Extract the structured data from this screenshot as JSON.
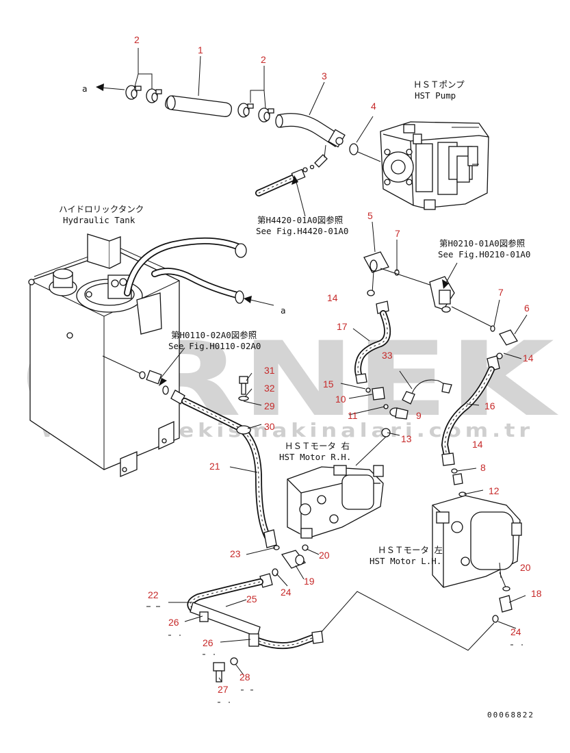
{
  "callouts": [
    {
      "id": "c1",
      "text": "1"
    },
    {
      "id": "c2a",
      "text": "2"
    },
    {
      "id": "c2b",
      "text": "2"
    },
    {
      "id": "c3",
      "text": "3"
    },
    {
      "id": "c4",
      "text": "4"
    },
    {
      "id": "c5",
      "text": "5"
    },
    {
      "id": "c7a",
      "text": "7"
    },
    {
      "id": "c7b",
      "text": "7"
    },
    {
      "id": "c6",
      "text": "6"
    },
    {
      "id": "c14a",
      "text": "14"
    },
    {
      "id": "c14b",
      "text": "14"
    },
    {
      "id": "c14c",
      "text": "14"
    },
    {
      "id": "c17",
      "text": "17"
    },
    {
      "id": "c33",
      "text": "33"
    },
    {
      "id": "c15",
      "text": "15"
    },
    {
      "id": "c10",
      "text": "10"
    },
    {
      "id": "c11",
      "text": "11"
    },
    {
      "id": "c9",
      "text": "9"
    },
    {
      "id": "c13",
      "text": "13"
    },
    {
      "id": "c16",
      "text": "16"
    },
    {
      "id": "c8",
      "text": "8"
    },
    {
      "id": "c12",
      "text": "12"
    },
    {
      "id": "c31",
      "text": "31"
    },
    {
      "id": "c32",
      "text": "32"
    },
    {
      "id": "c29",
      "text": "29"
    },
    {
      "id": "c30",
      "text": "30"
    },
    {
      "id": "c21",
      "text": "21"
    },
    {
      "id": "c23",
      "text": "23"
    },
    {
      "id": "c20a",
      "text": "20"
    },
    {
      "id": "c20b",
      "text": "20"
    },
    {
      "id": "c19",
      "text": "19"
    },
    {
      "id": "c24a",
      "text": "24"
    },
    {
      "id": "c24b",
      "text": "24"
    },
    {
      "id": "c18",
      "text": "18"
    },
    {
      "id": "c22",
      "text": "22"
    },
    {
      "id": "c25",
      "text": "25"
    },
    {
      "id": "c26a",
      "text": "26"
    },
    {
      "id": "c26b",
      "text": "26"
    },
    {
      "id": "c27",
      "text": "27"
    },
    {
      "id": "c28",
      "text": "28"
    }
  ],
  "labels": {
    "arrow_a_top": "a",
    "arrow_a_mid": "a",
    "hst_pump_jp": "ＨＳＴポンプ",
    "hst_pump_en": "HST Pump",
    "hydraulic_tank_jp": "ハイドロリックタンク",
    "hydraulic_tank_en": "Hydraulic Tank",
    "ref_h4420_jp": "第H4420-01A0図参照",
    "ref_h4420_en": "See Fig.H4420-01A0",
    "ref_h0210_jp": "第H0210-01A0図参照",
    "ref_h0210_en": "See Fig.H0210-01A0",
    "ref_h0110_jp": "第H0110-02A0図参照",
    "ref_h0110_en": "See Fig.H0110-02A0",
    "motor_rh_jp": "ＨＳＴモータ 右",
    "motor_rh_en": "HST Motor R.H.",
    "motor_lh_jp": "ＨＳＴモータ 左",
    "motor_lh_en": "HST Motor L.H.",
    "drawing_code": "00068822"
  },
  "watermark": {
    "brand": "ÖRNEK",
    "url": "www.ornekismakinalari.com.tr",
    "color": "#d4d4d4"
  },
  "colors": {
    "callout": "#c62828",
    "line": "#111111"
  }
}
